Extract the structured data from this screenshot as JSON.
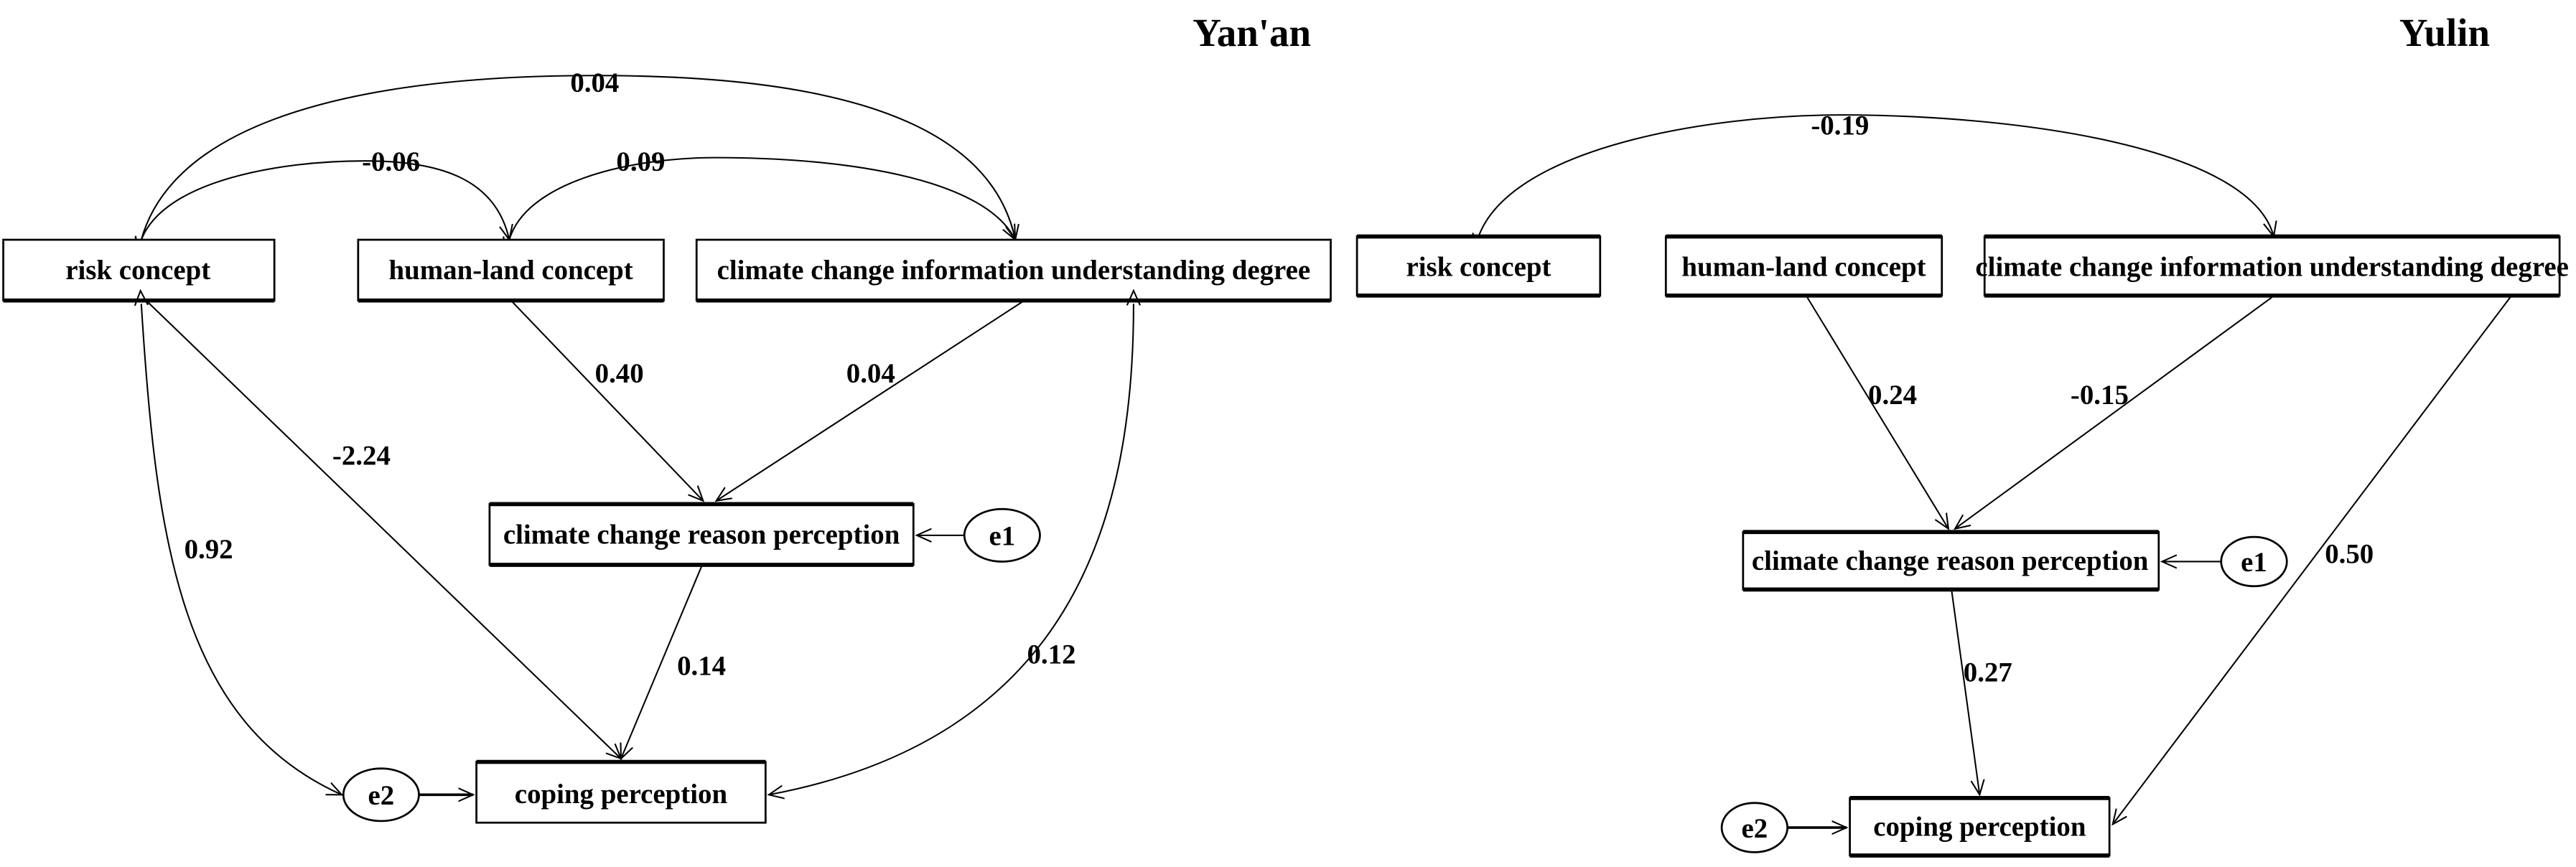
{
  "panels": [
    {
      "title": "Yan'an",
      "nodes": {
        "risk": "risk  concept",
        "human_land": "human-land concept",
        "climate_info": "climate change information understanding degree",
        "reason": "climate change reason perception",
        "coping": "coping perception",
        "e1": "e1",
        "e2": "e2"
      },
      "coefficients": {
        "cov_risk_climate_info": "0.04",
        "cov_risk_human_land": "-0.06",
        "cov_human_land_climate_info": "0.09",
        "human_land_to_reason": "0.40",
        "climate_info_to_reason": "0.04",
        "risk_to_coping": "-2.24",
        "cov_risk_e2": "0.92",
        "reason_to_coping": "0.14",
        "cov_climate_info_coping": "0.12"
      }
    },
    {
      "title": "Yulin",
      "nodes": {
        "risk": "risk  concept",
        "human_land": "human-land concept",
        "climate_info": "climate change information understanding degree",
        "reason": "climate change reason perception",
        "coping": "coping perception",
        "e1": "e1",
        "e2": "e2"
      },
      "coefficients": {
        "cov_risk_climate_info": "-0.19",
        "human_land_to_reason": "0.24",
        "climate_info_to_reason": "-0.15",
        "climate_info_to_coping": "0.50",
        "reason_to_coping": "0.27"
      }
    }
  ]
}
